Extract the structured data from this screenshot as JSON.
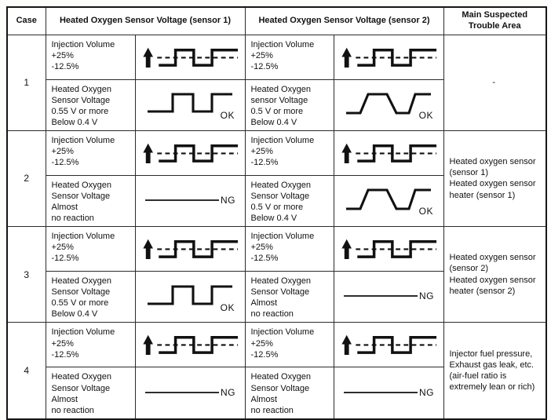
{
  "header": {
    "case_label": "Case",
    "sensor1_label": "Heated Oxygen Sensor Voltage (sensor 1)",
    "sensor2_label": "Heated Oxygen Sensor Voltage (sensor 2)",
    "trouble_label": "Main Suspected\nTrouble Area"
  },
  "labels": {
    "ok": "OK",
    "ng": "NG"
  },
  "icons": {
    "injection_waveform": "up-arrow-with-square-wave-and-dashed-midline",
    "square_wave_ok": "square-wave-ok-icon",
    "trapezoid_wave_ok": "trapezoid-wave-ok-icon",
    "flat_line_ng": "flat-line-ng-icon"
  },
  "colors": {
    "ink": "#111111",
    "border": "#2b2b2b",
    "background": "#ffffff"
  },
  "cases": [
    {
      "num": "1",
      "sensor1": {
        "injection_text": "Injection Volume\n+25%\n-12.5%",
        "injection_wave": "injection-response",
        "voltage_text": "Heated Oxygen\nSensor Voltage\n0.55 V or more\nBelow 0.4 V",
        "voltage_wave": "square-wave",
        "voltage_result": "OK"
      },
      "sensor2": {
        "injection_text": "Injection Volume\n+25%\n-12.5%",
        "injection_wave": "injection-response",
        "voltage_text": "Heated Oxygen\nsensor Voltage\n0.5 V or more\nBelow 0.4 V",
        "voltage_wave": "trapezoid-wave",
        "voltage_result": "OK"
      },
      "trouble": "-"
    },
    {
      "num": "2",
      "sensor1": {
        "injection_text": "Injection Volume\n+25%\n-12.5%",
        "injection_wave": "injection-response",
        "voltage_text": "Heated Oxygen\nSensor Voltage\nAlmost\nno reaction",
        "voltage_wave": "flat-line",
        "voltage_result": "NG"
      },
      "sensor2": {
        "injection_text": "Injection Volume\n+25%\n-12.5%",
        "injection_wave": "injection-response",
        "voltage_text": "Heated Oxygen\nSensor Voltage\n0.5 V or more\nBelow 0.4 V",
        "voltage_wave": "trapezoid-wave",
        "voltage_result": "OK"
      },
      "trouble": "Heated oxygen sensor\n(sensor 1)\nHeated oxygen sensor\nheater (sensor 1)"
    },
    {
      "num": "3",
      "sensor1": {
        "injection_text": "Injection Volume\n+25%\n-12.5%",
        "injection_wave": "injection-response",
        "voltage_text": "Heated Oxygen\nSensor Voltage\n0.55 V or more\nBelow 0.4 V",
        "voltage_wave": "square-wave",
        "voltage_result": "OK"
      },
      "sensor2": {
        "injection_text": "Injection Volume\n+25%\n-12.5%",
        "injection_wave": "injection-response",
        "voltage_text": "Heated Oxygen\nSensor Voltage\nAlmost\nno reaction",
        "voltage_wave": "flat-line",
        "voltage_result": "NG"
      },
      "trouble": "Heated oxygen sensor\n(sensor 2)\nHeated oxygen sensor\nheater (sensor 2)"
    },
    {
      "num": "4",
      "sensor1": {
        "injection_text": "Injection Volume\n+25%\n-12.5%",
        "injection_wave": "injection-response",
        "voltage_text": "Heated Oxygen\nSensor Voltage\nAlmost\nno reaction",
        "voltage_wave": "flat-line",
        "voltage_result": "NG"
      },
      "sensor2": {
        "injection_text": "Injection Volume\n+25%\n-12.5%",
        "injection_wave": "injection-response",
        "voltage_text": "Heated Oxygen\nSensor Voltage\nAlmost\nno reaction",
        "voltage_wave": "flat-line",
        "voltage_result": "NG"
      },
      "trouble": "Injector fuel pressure,\nExhaust gas leak, etc.\n(air-fuel ratio is\nextremely lean or rich)"
    }
  ]
}
